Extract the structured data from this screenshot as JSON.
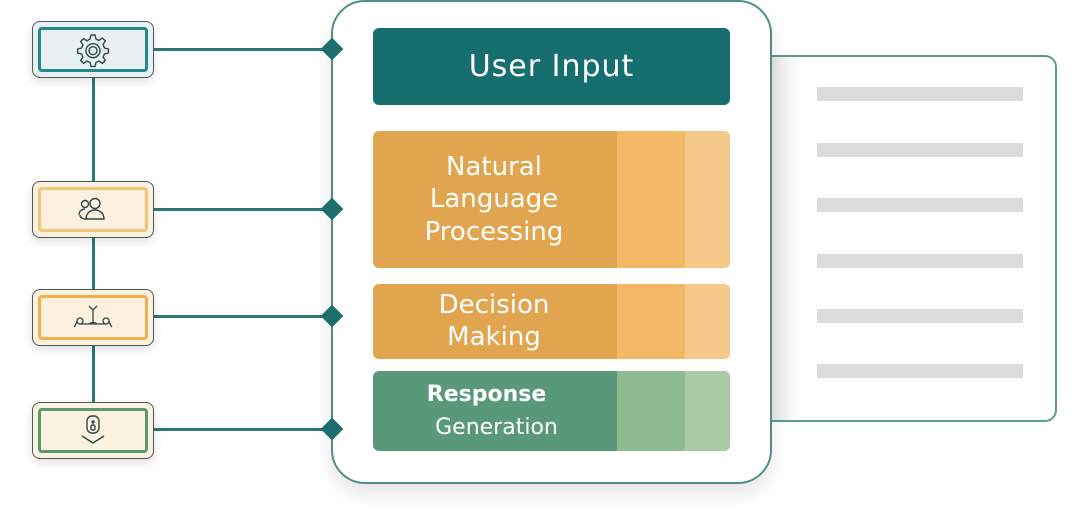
{
  "diagram": {
    "title": "AI Assistant Processing Pipeline",
    "stages": [
      {
        "id": "user-input",
        "lines": [
          "User Input"
        ],
        "color": "#166e6e"
      },
      {
        "id": "nlp",
        "lines": [
          "Natural",
          "Language",
          "Processing"
        ],
        "color": "#e0a54e",
        "accent_mid": "#f2b866",
        "accent_light": "#f5c98a"
      },
      {
        "id": "decision",
        "lines": [
          "Decision",
          "Making"
        ],
        "color": "#e0a54e",
        "accent_mid": "#f2b866",
        "accent_light": "#f5c98a"
      },
      {
        "id": "response",
        "lines": [
          "Response",
          "Generation"
        ],
        "color": "#5a987a",
        "accent_mid": "#8fbb91",
        "accent_light": "#a8cba6"
      }
    ],
    "side_icons": [
      {
        "name": "gear-icon",
        "meaning": "settings",
        "fill": "#e9eff2",
        "frame": "#1f8a86"
      },
      {
        "name": "users-icon",
        "meaning": "users",
        "fill": "#fdf0df",
        "frame": "#f3c576"
      },
      {
        "name": "branch-icon",
        "meaning": "branching",
        "fill": "#fdf0df",
        "frame": "#f0b04a"
      },
      {
        "name": "download-lock-icon",
        "meaning": "secure output",
        "fill": "#fbf3df",
        "frame": "#5b9a6e"
      }
    ],
    "document": {
      "line_count": 6,
      "line_color": "#dcdcdc"
    },
    "connector_color": "#2a7a78"
  }
}
